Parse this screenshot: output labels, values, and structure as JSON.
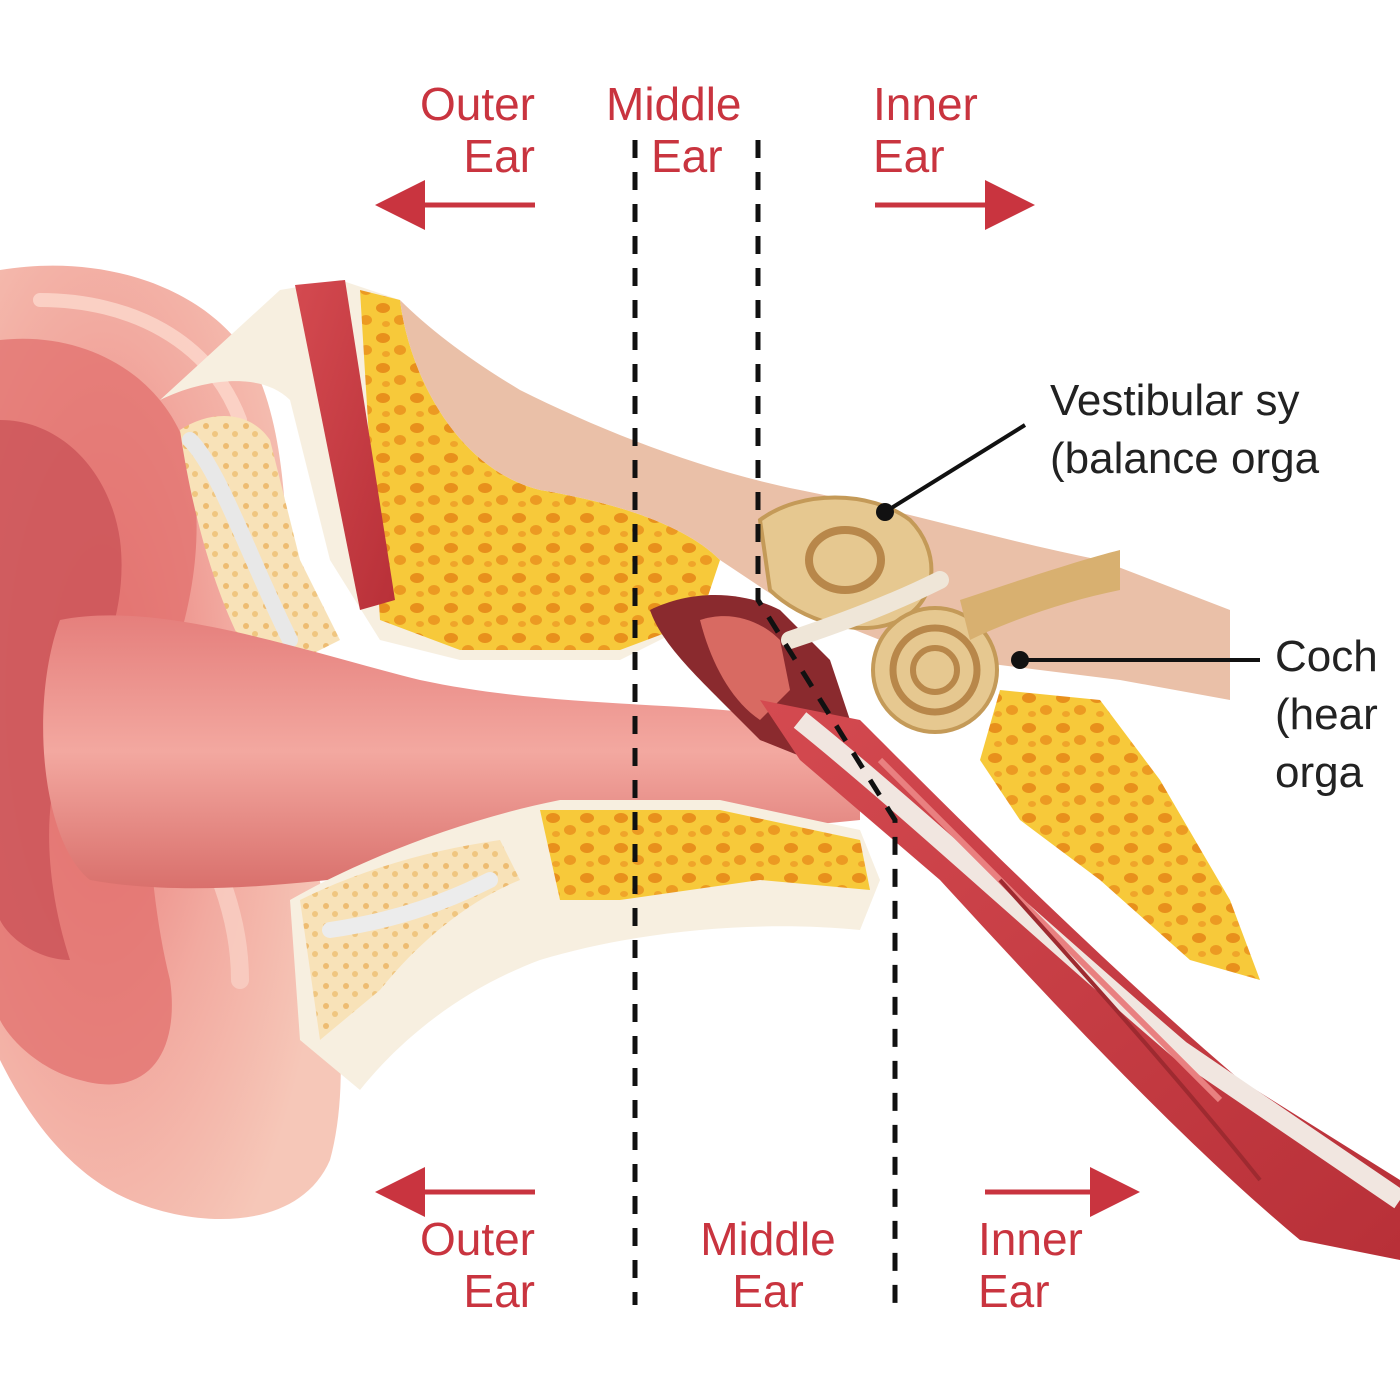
{
  "labels": {
    "top": {
      "outer": [
        "Outer",
        "Ear"
      ],
      "middle": [
        "Middle",
        "Ear"
      ],
      "inner": [
        "Inner",
        "Ear"
      ]
    },
    "bottom": {
      "outer": [
        "Outer",
        "Ear"
      ],
      "middle": [
        "Middle",
        "Ear"
      ],
      "inner": [
        "Inner",
        "Ear"
      ]
    }
  },
  "callouts": {
    "vestibular": [
      "Vestibular sy",
      "(balance orga"
    ],
    "cochlea": [
      "Coch",
      "(hear",
      "orga"
    ]
  },
  "colors": {
    "label_red": "#c9343f",
    "skin": "#f2b8a8",
    "skin_dark": "#d9786a",
    "bone": "#f5c230",
    "bone_dark": "#e58a1a",
    "cartilage": "#f7efe0",
    "muscle": "#c8404a",
    "inner_ear": "#e6c890"
  }
}
